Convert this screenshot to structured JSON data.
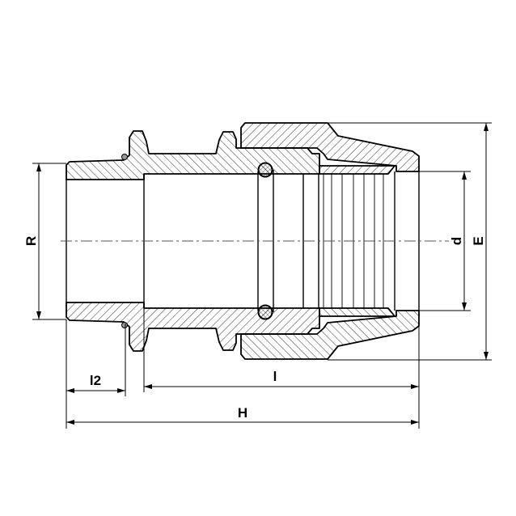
{
  "drawing": {
    "labels": {
      "R": "R",
      "d": "d",
      "E": "E",
      "l2": "l2",
      "l": "l",
      "H": "H"
    },
    "line_color": "#000000",
    "background": "#ffffff"
  }
}
